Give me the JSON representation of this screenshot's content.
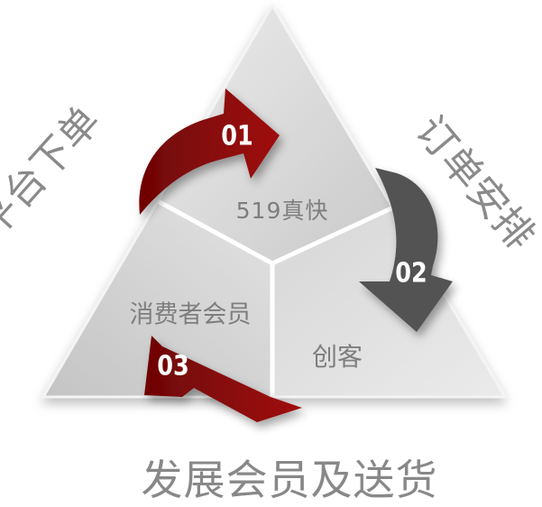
{
  "labels": {
    "left": "平台下单",
    "right": "订单安排",
    "bottom": "发展会员及送货",
    "center": "519真快",
    "consumer": "消费者会员",
    "chuangke": "创客"
  },
  "steps": [
    {
      "number": "01"
    },
    {
      "number": "02"
    },
    {
      "number": "03"
    }
  ],
  "colors": {
    "red_arrow": "#8b0a0a",
    "dark_arrow": "#505050",
    "label_gray": "#8a8a8a"
  }
}
